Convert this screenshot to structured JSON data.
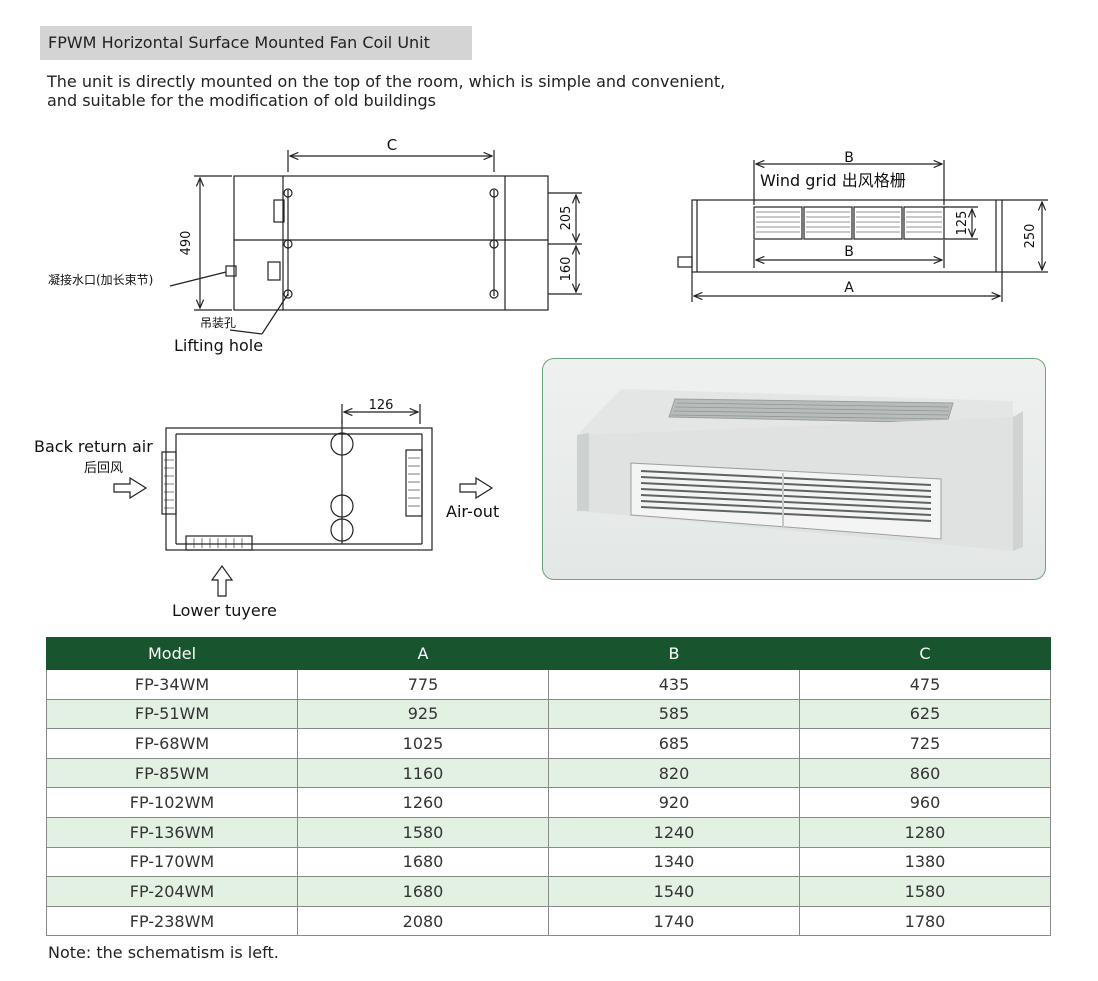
{
  "header": {
    "title": "FPWM Horizontal Surface Mounted Fan Coil Unit",
    "desc_line1": "The unit is directly mounted on the top of the room, which is simple and convenient,",
    "desc_line2": "and suitable for the modification of old buildings"
  },
  "drawing_top_left": {
    "dim_c": "C",
    "dim_490": "490",
    "dim_205": "205",
    "dim_160": "160",
    "drain_label_cn": "凝接水口(加长束节)",
    "lifting_label_cn": "吊装孔",
    "lifting_label_en": "Lifting hole"
  },
  "drawing_top_right": {
    "dim_b_top": "B",
    "wind_grid_label": "Wind grid 出风格栅",
    "dim_125": "125",
    "dim_250": "250",
    "dim_b_inner": "B",
    "dim_a": "A"
  },
  "drawing_bottom_left": {
    "dim_126": "126",
    "back_return_en": "Back return air",
    "back_return_cn": "后回风",
    "air_out": "Air-out",
    "lower_tuyere": "Lower tuyere"
  },
  "table": {
    "headers": [
      "Model",
      "A",
      "B",
      "C"
    ],
    "rows": [
      [
        "FP-34WM",
        "775",
        "435",
        "475"
      ],
      [
        "FP-51WM",
        "925",
        "585",
        "625"
      ],
      [
        "FP-68WM",
        "1025",
        "685",
        "725"
      ],
      [
        "FP-85WM",
        "1160",
        "820",
        "860"
      ],
      [
        "FP-102WM",
        "1260",
        "920",
        "960"
      ],
      [
        "FP-136WM",
        "1580",
        "1240",
        "1280"
      ],
      [
        "FP-170WM",
        "1680",
        "1340",
        "1380"
      ],
      [
        "FP-204WM",
        "1680",
        "1540",
        "1580"
      ],
      [
        "FP-238WM",
        "2080",
        "1740",
        "1780"
      ]
    ]
  },
  "footer": {
    "note": "Note: the schematism is left."
  },
  "colors": {
    "table_header_bg": "#18552f",
    "table_alt_row": "#e3f1e3",
    "photo_border": "#6aa67a"
  }
}
